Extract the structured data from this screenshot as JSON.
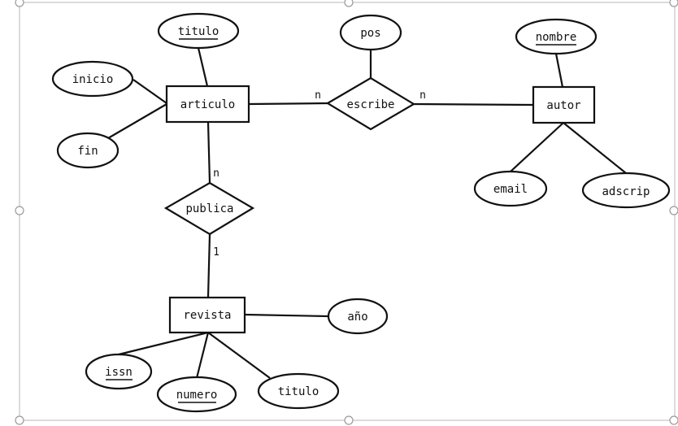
{
  "entities": {
    "articulo": "articulo",
    "autor": "autor",
    "revista": "revista"
  },
  "relationships": {
    "escribe": "escribe",
    "publica": "publica"
  },
  "attributes": {
    "articulo_titulo": "titulo",
    "articulo_inicio": "inicio",
    "articulo_fin": "fin",
    "escribe_pos": "pos",
    "autor_nombre": "nombre",
    "autor_email": "email",
    "autor_adscrip": "adscrip",
    "revista_anio": "año",
    "revista_issn": "issn",
    "revista_numero": "numero",
    "revista_titulo": "titulo"
  },
  "cardinalities": {
    "articulo_escribe": "n",
    "escribe_autor": "n",
    "articulo_publica": "n",
    "publica_revista": "1"
  },
  "colors": {
    "stroke": "#111111",
    "background": "#ffffff",
    "selection_frame": "#b8b8b8"
  }
}
